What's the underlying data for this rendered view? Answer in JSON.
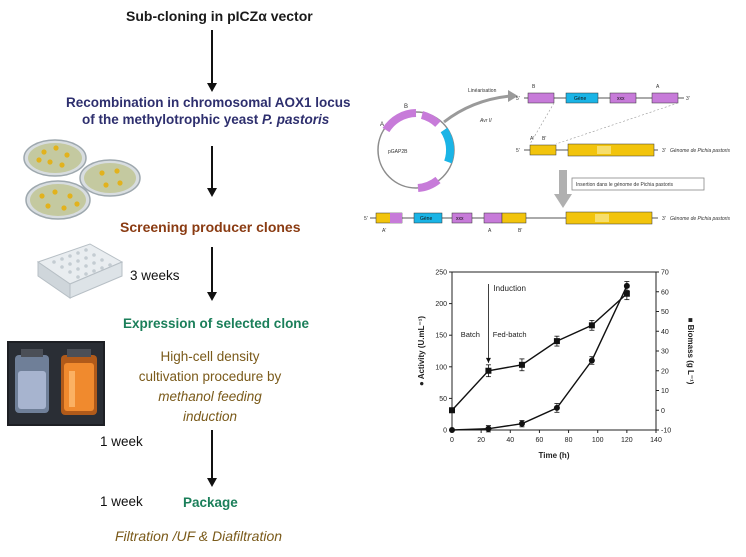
{
  "steps": {
    "subcloning": "Sub-cloning in pICZα vector",
    "recombination_line1": "Recombination in chromosomal AOX1 locus",
    "recombination_line2_prefix": "of the methylotrophic yeast ",
    "recombination_line2_species": "P. pastoris",
    "screening": "Screening  producer clones",
    "expression": "Expression of selected clone",
    "package": "Package"
  },
  "times": {
    "t1": "3 weeks",
    "t2": "1 week",
    "t3": "1 week"
  },
  "cultivation": {
    "line1": "High-cell density",
    "line2": "cultivation procedure by",
    "line3": "methanol  feeding",
    "line4": "induction"
  },
  "filtration": "Filtration /UF & Diafiltration",
  "construct": {
    "plasmid_label": "pGAP2B",
    "step_label_1": "Linéarisation",
    "step_label_2": "Avr II",
    "genome_label": "Génome de Pichia pastoris",
    "insertion_label": "Insertion dans le génome de Pichia pastoris",
    "gene_label": "Gène",
    "marker_label": "xxx",
    "site_a": "A",
    "site_b": "B",
    "site_a_prime": "A'",
    "site_b_prime": "B'",
    "five_prime": "5'",
    "three_prime": "3'"
  },
  "colors": {
    "gene_blue": "#1ab4e6",
    "purple": "#c77bd9",
    "yellow": "#f2c40c",
    "step_brown": "#8a3b12",
    "step_green": "#1b7f5a",
    "step_navy": "#2e2f6e"
  },
  "chart_data": {
    "type": "line",
    "annotation_induction": "Induction",
    "annotation_batch": "Batch",
    "annotation_fedbatch": "Fed-batch",
    "xlabel": "Time (h)",
    "ylabel_left": "Activity (U.mL⁻¹)",
    "ylabel_right": "Biomass (g L⁻¹)",
    "xlim": [
      0,
      140
    ],
    "ylim_left": [
      0,
      250
    ],
    "ylim_right": [
      -10,
      70
    ],
    "x_ticks": [
      "0",
      "20",
      "40",
      "60",
      "80",
      "100",
      "120",
      "140"
    ],
    "y_left_ticks": [
      "0",
      "50",
      "100",
      "150",
      "200",
      "250"
    ],
    "y_right_ticks": [
      "-10",
      "0",
      "10",
      "20",
      "30",
      "40",
      "50",
      "60",
      "70"
    ],
    "series": [
      {
        "axis": "left",
        "marker": "circle",
        "x": [
          0,
          25,
          48,
          72,
          96,
          120
        ],
        "y": [
          0,
          2,
          10,
          35,
          110,
          228
        ],
        "err": [
          0,
          5,
          5,
          7,
          6,
          7
        ]
      },
      {
        "axis": "right",
        "marker": "square",
        "x": [
          0,
          25,
          48,
          72,
          96,
          120
        ],
        "y": [
          0,
          20,
          23,
          35,
          43,
          59
        ],
        "err": [
          0,
          3,
          3,
          2.5,
          2.5,
          3
        ]
      }
    ]
  }
}
